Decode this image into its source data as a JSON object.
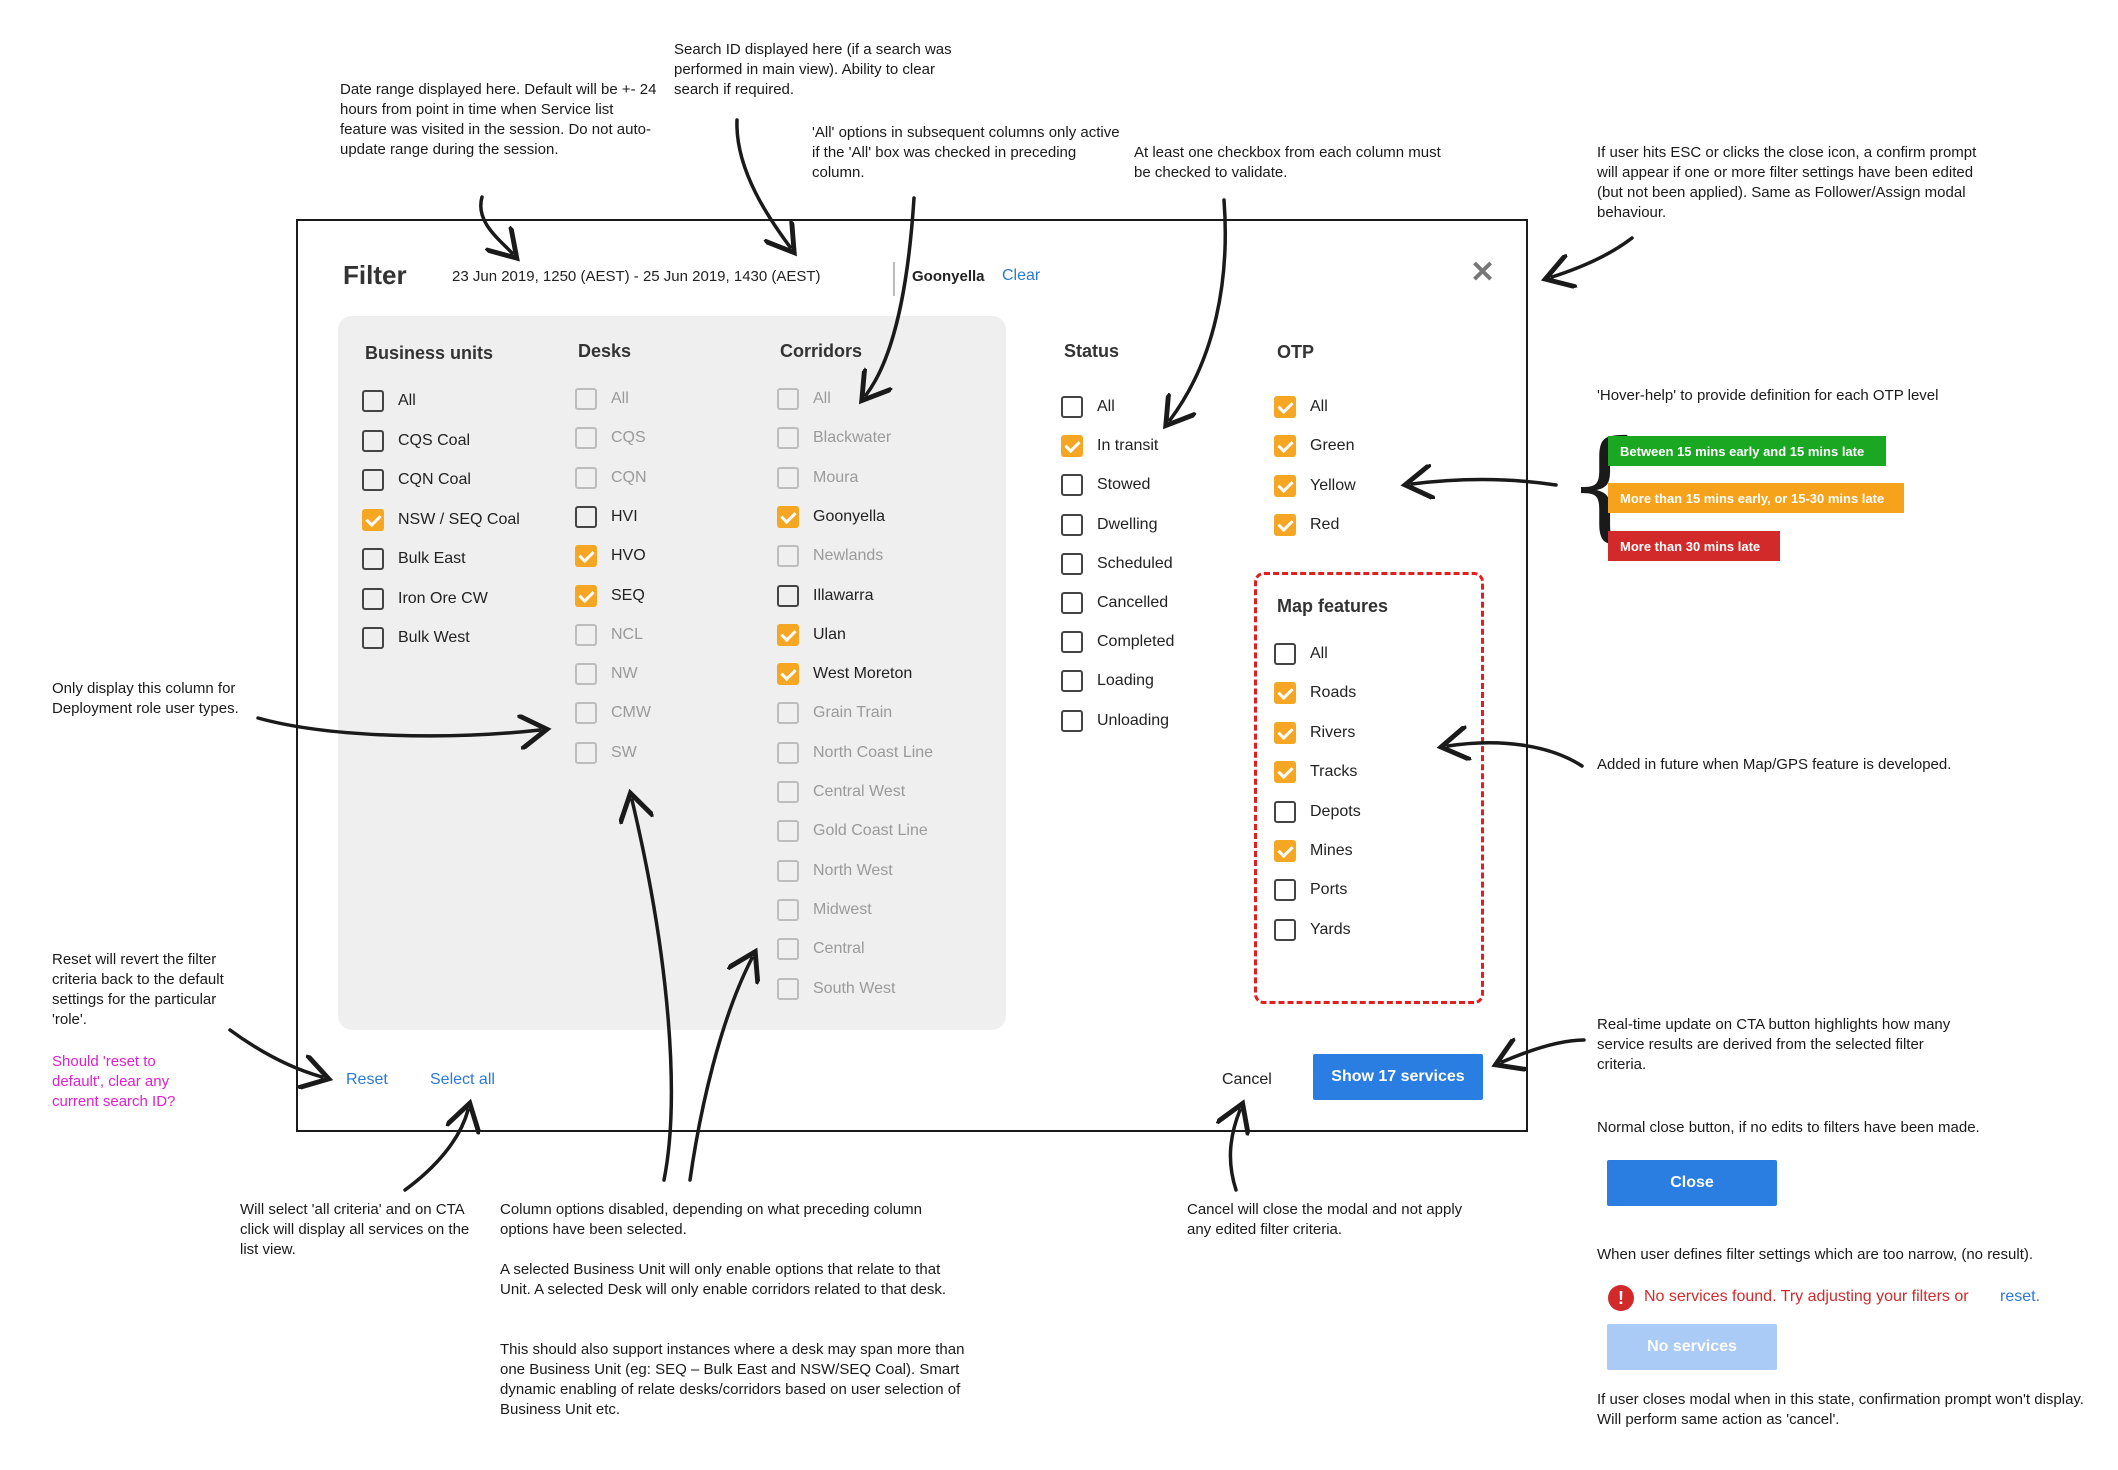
{
  "colors": {
    "accent": "#f5a623",
    "link": "#2a7ad8",
    "primary_button": "#2a7de1",
    "disabled_button": "#a9cbf5",
    "otp_green": "#1aa823",
    "otp_yellow": "#f7a21b",
    "otp_red": "#d22a2a",
    "error": "#d22a2a",
    "map_box_border": "#e02020",
    "magenta_note": "#e020d0"
  },
  "modal": {
    "title": "Filter",
    "date_range": "23 Jun 2019, 1250 (AEST) - 25 Jun 2019, 1430 (AEST)",
    "search_id": "Goonyella",
    "clear_label": "Clear",
    "close_icon": "close-x-icon",
    "business_units": {
      "heading": "Business units",
      "items": [
        {
          "label": "All",
          "state": "unchecked"
        },
        {
          "label": "CQS Coal",
          "state": "unchecked"
        },
        {
          "label": "CQN Coal",
          "state": "unchecked"
        },
        {
          "label": "NSW / SEQ Coal",
          "state": "checked"
        },
        {
          "label": "Bulk East",
          "state": "unchecked"
        },
        {
          "label": "Iron Ore CW",
          "state": "unchecked"
        },
        {
          "label": "Bulk West",
          "state": "unchecked"
        }
      ]
    },
    "desks": {
      "heading": "Desks",
      "items": [
        {
          "label": "All",
          "state": "disabled"
        },
        {
          "label": "CQS",
          "state": "disabled"
        },
        {
          "label": "CQN",
          "state": "disabled"
        },
        {
          "label": "HVI",
          "state": "unchecked"
        },
        {
          "label": "HVO",
          "state": "checked"
        },
        {
          "label": "SEQ",
          "state": "checked"
        },
        {
          "label": "NCL",
          "state": "disabled"
        },
        {
          "label": "NW",
          "state": "disabled"
        },
        {
          "label": "CMW",
          "state": "disabled"
        },
        {
          "label": "SW",
          "state": "disabled"
        }
      ]
    },
    "corridors": {
      "heading": "Corridors",
      "items": [
        {
          "label": "All",
          "state": "disabled"
        },
        {
          "label": "Blackwater",
          "state": "disabled"
        },
        {
          "label": "Moura",
          "state": "disabled"
        },
        {
          "label": "Goonyella",
          "state": "checked"
        },
        {
          "label": "Newlands",
          "state": "disabled"
        },
        {
          "label": "Illawarra",
          "state": "unchecked"
        },
        {
          "label": "Ulan",
          "state": "checked"
        },
        {
          "label": "West Moreton",
          "state": "checked"
        },
        {
          "label": "Grain Train",
          "state": "disabled"
        },
        {
          "label": "North Coast Line",
          "state": "disabled"
        },
        {
          "label": "Central West",
          "state": "disabled"
        },
        {
          "label": "Gold Coast Line",
          "state": "disabled"
        },
        {
          "label": "North West",
          "state": "disabled"
        },
        {
          "label": "Midwest",
          "state": "disabled"
        },
        {
          "label": "Central",
          "state": "disabled"
        },
        {
          "label": "South West",
          "state": "disabled"
        }
      ]
    },
    "status": {
      "heading": "Status",
      "items": [
        {
          "label": "All",
          "state": "unchecked"
        },
        {
          "label": "In transit",
          "state": "checked"
        },
        {
          "label": "Stowed",
          "state": "unchecked"
        },
        {
          "label": "Dwelling",
          "state": "unchecked"
        },
        {
          "label": "Scheduled",
          "state": "unchecked"
        },
        {
          "label": "Cancelled",
          "state": "unchecked"
        },
        {
          "label": "Completed",
          "state": "unchecked"
        },
        {
          "label": "Loading",
          "state": "unchecked"
        },
        {
          "label": "Unloading",
          "state": "unchecked"
        }
      ]
    },
    "otp": {
      "heading": "OTP",
      "items": [
        {
          "label": "All",
          "state": "checked"
        },
        {
          "label": "Green",
          "state": "checked"
        },
        {
          "label": "Yellow",
          "state": "checked"
        },
        {
          "label": "Red",
          "state": "checked"
        }
      ]
    },
    "map_features": {
      "heading": "Map features",
      "items": [
        {
          "label": "All",
          "state": "unchecked"
        },
        {
          "label": "Roads",
          "state": "checked"
        },
        {
          "label": "Rivers",
          "state": "checked"
        },
        {
          "label": "Tracks",
          "state": "checked"
        },
        {
          "label": "Depots",
          "state": "unchecked"
        },
        {
          "label": "Mines",
          "state": "checked"
        },
        {
          "label": "Ports",
          "state": "unchecked"
        },
        {
          "label": "Yards",
          "state": "unchecked"
        }
      ]
    },
    "reset_label": "Reset",
    "select_all_label": "Select all",
    "cancel_label": "Cancel",
    "show_button_label": "Show 17 services"
  },
  "otp_badges": [
    {
      "label": "Between 15 mins early and 15 mins late",
      "color": "#1aa823"
    },
    {
      "label": "More than 15 mins early, or 15-30 mins late",
      "color": "#f7a21b"
    },
    {
      "label": "More than 30 mins late",
      "color": "#d22a2a"
    }
  ],
  "side_states": {
    "close_caption": "Normal close button, if no edits to filters have been made.",
    "close_button_label": "Close",
    "narrow_caption": "When user defines filter settings which are too narrow, (no result).",
    "error_text": "No services found. Try adjusting your filters or",
    "error_reset_link": "reset.",
    "error_icon": "error-circle-icon",
    "no_services_label": "No services",
    "no_services_caption": "If user closes modal when in this state, confirmation prompt won't display. Will perform same action as 'cancel'."
  },
  "annotations": {
    "date_range": "Date range displayed here. Default will be +- 24 hours from point in time when Service list feature was visited in the session. Do not auto-update range during the session.",
    "search_id": "Search ID displayed here (if a search was performed in main view). Ability to clear search if required.",
    "all_options": "'All' options in subsequent columns only active if the 'All' box was checked in preceding column.",
    "validate": "At least one checkbox from each column must be checked to validate.",
    "esc_close": "If user hits ESC or clicks the close icon, a confirm prompt will appear if one or more filter settings have been edited (but not been applied). Same as Follower/Assign modal behaviour.",
    "hover_help": "'Hover-help' to provide definition for each OTP level",
    "desks_column": "Only display this column for Deployment role user types.",
    "map_future": "Added in future when Map/GPS feature is developed.",
    "reset": "Reset will revert the filter criteria back to the default settings for the particular 'role'.",
    "reset_question": "Should 'reset to default', clear any current search ID?",
    "realtime_cta": "Real-time update on CTA button highlights how many service results are derived from the selected filter criteria.",
    "select_all": "Will select 'all criteria' and on CTA click will display all services on the list view.",
    "disabled_options_1": "Column options disabled, depending on what preceding column options have been selected.",
    "disabled_options_2": "A selected Business Unit will only enable options that relate to that Unit. A selected Desk will only enable corridors related to that desk.",
    "disabled_options_3": "This should also support instances where a desk may span more than one Business Unit (eg: SEQ – Bulk East and NSW/SEQ Coal). Smart dynamic enabling of relate desks/corridors based on user selection of Business Unit etc.",
    "cancel": "Cancel will close the modal and not apply any edited filter criteria."
  }
}
